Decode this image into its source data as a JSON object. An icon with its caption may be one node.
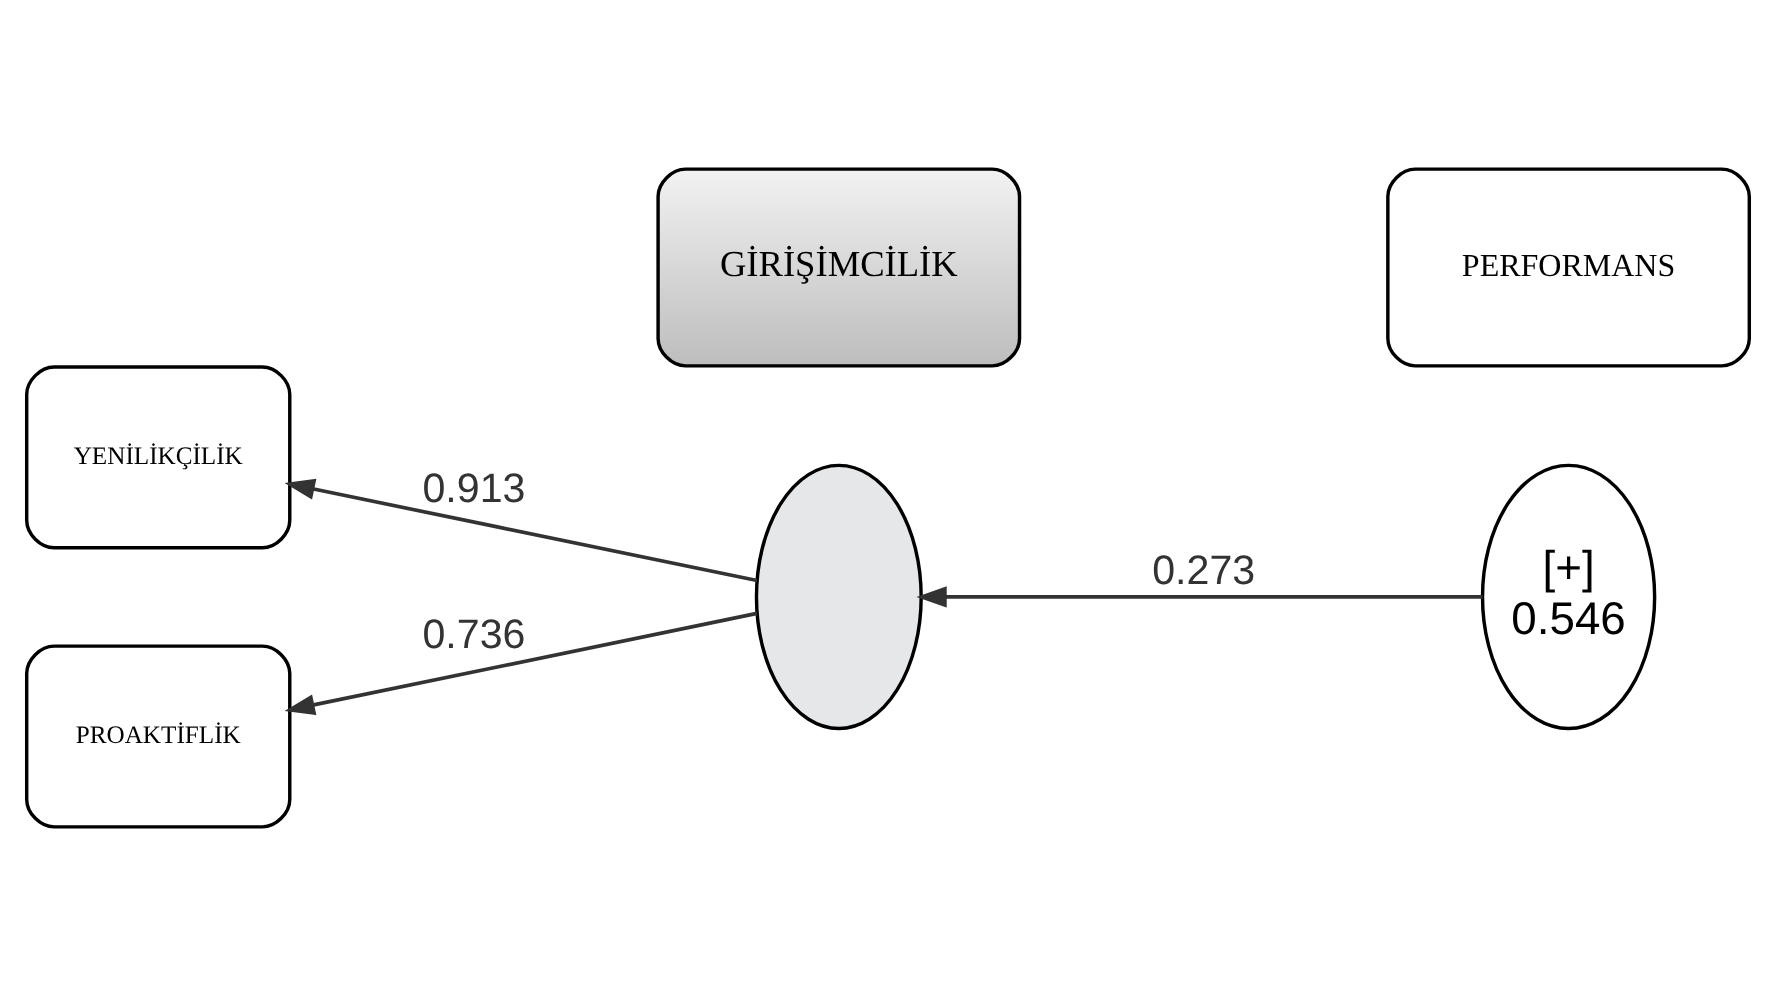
{
  "diagram": {
    "nodes": [
      {
        "text": [
          "YENİLİKÇİLİK"
        ]
      },
      {
        "text": [
          "PROAKTİFLİK"
        ]
      },
      {
        "text": [],
        "shape": "ellipse"
      },
      {
        "text": [
          "[+]",
          "0.546"
        ]
      },
      {
        "text": [
          "GİRİŞİMCİLİK"
        ]
      },
      {
        "text": [
          "PERFORMANS"
        ]
      }
    ],
    "edges": [
      {
        "from": 2,
        "to": 0,
        "arrow": "to",
        "label": "0.913"
      },
      {
        "from": 2,
        "to": 1,
        "arrow": "to",
        "label": "0.736"
      },
      {
        "from": 3,
        "to": 2,
        "arrow": "to",
        "label": "0.273"
      }
    ]
  }
}
